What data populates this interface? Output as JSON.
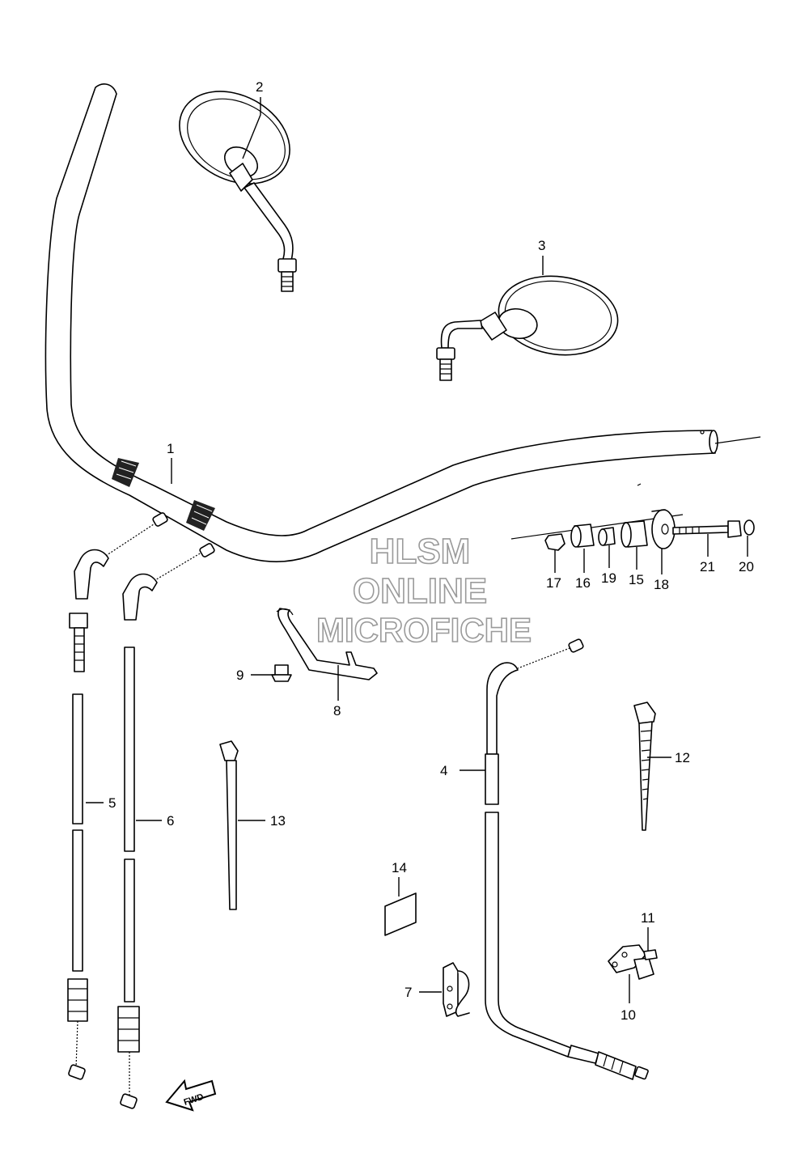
{
  "callouts": [
    "1",
    "2",
    "3",
    "4",
    "5",
    "6",
    "7",
    "8",
    "9",
    "10",
    "11",
    "12",
    "13",
    "14",
    "15",
    "16",
    "17",
    "18",
    "19",
    "20",
    "21"
  ],
  "watermark": {
    "line1": "HLSM",
    "line2": "ONLINE",
    "line3": "MICROFICHE"
  },
  "direction_badge": "FWD"
}
